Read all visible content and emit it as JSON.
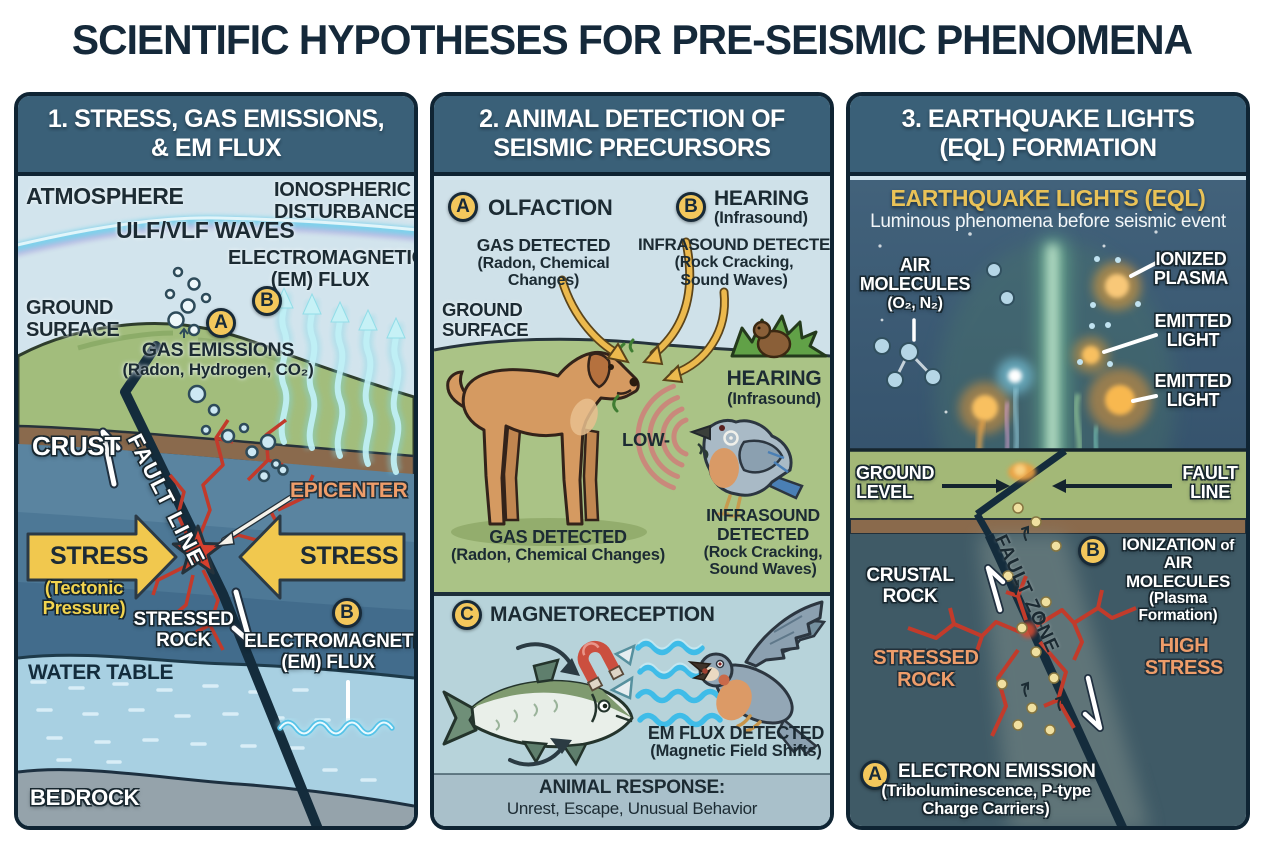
{
  "palette": {
    "title_navy": "#15293a",
    "header_bg": "#3a6078",
    "panel_border": "#0f2433",
    "badge_yellow": "#f3c75c",
    "stress_arrow_yellow": "#f1c84e",
    "epicenter_salmon": "#ee9d6a",
    "tectonic_yellow": "#f2d44f",
    "crack_red": "#c23a2b",
    "em_cyan": "#bff0f6",
    "eql_title_yellow": "#e9c257"
  },
  "title": "SCIENTIFIC HYPOTHESES FOR PRE-SEISMIC PHENOMENA",
  "panel1": {
    "header_line1": "1. STRESS, GAS EMISSIONS,",
    "header_line2": "& EM FLUX",
    "atmosphere": "ATMOSPHERE",
    "ionospheric_disturbance": "IONOSPHERIC DISTURBANCE",
    "ulf_vlf": "ULF/VLF WAVES",
    "em_flux_top": "ELECTROMAGNETIC (EM) FLUX",
    "ground_surface": "GROUND SURFACE",
    "badge_a": "A",
    "badge_b": "B",
    "gas_emissions": "GAS EMISSIONS",
    "gas_emissions_sub": "(Radon, Hydrogen, CO₂)",
    "crust": "CRUST",
    "fault_line": "FAULT LINE",
    "epicenter": "EPICENTER",
    "stress_left": "STRESS",
    "stress_right": "STRESS",
    "tectonic_pressure": "(Tectonic Pressure)",
    "stressed_rock": "STRESSED ROCK",
    "badge_b2": "B",
    "em_flux_bottom": "ELECTROMAGNETIC (EM) FLUX",
    "water_table": "WATER TABLE",
    "bedrock": "BEDROCK"
  },
  "panel2": {
    "header_line1": "2. ANIMAL DETECTION OF",
    "header_line2": "SEISMIC PRECURSORS",
    "badge_a": "A",
    "olfaction": "OLFACTION",
    "badge_b": "B",
    "hearing": "HEARING",
    "hearing_sub": "(Infrasound)",
    "gas_detected_top": "GAS DETECTED",
    "gas_detected_top_sub": "(Radon, Chemical Changes)",
    "infrasound_detected_top": "INFRASOUND DETECTED",
    "infrasound_detected_top_sub": "(Rock Cracking, Sound Waves)",
    "ground_surface": "GROUND SURFACE",
    "hearing2": "HEARING",
    "hearing2_sub": "(Infrasound)",
    "low": "LOW-",
    "gas_detected_bottom": "GAS DETECTED",
    "gas_detected_bottom_sub": "(Radon, Chemical Changes)",
    "infrasound_detected_bottom": "INFRASOUND DETECTED",
    "infrasound_detected_bottom_sub": "(Rock Cracking, Sound Waves)",
    "badge_c": "C",
    "magnetoreception": "MAGNETORECEPTION",
    "em_flux_detected": "EM FLUX DETECTED",
    "em_flux_detected_sub": "(Magnetic Field Shifts)",
    "animal_response": "ANIMAL RESPONSE:",
    "animal_response_sub": "Unrest, Escape, Unusual Behavior"
  },
  "panel3": {
    "header_line1": "3. EARTHQUAKE LIGHTS",
    "header_line2": "(EQL) FORMATION",
    "eql_title": "EARTHQUAKE LIGHTS (EQL)",
    "eql_subtitle": "Luminous phenomena before seismic event",
    "air_molecules": "AIR MOLECULES",
    "air_molecules_sub": "(O₂, N₂)",
    "ionized_plasma": "IONIZED PLASMA",
    "emitted_light_1": "EMITTED LIGHT",
    "emitted_light_2": "EMITTED LIGHT",
    "ground_level": "GROUND LEVEL",
    "fault_line": "FAULT LINE",
    "crustal_rock": "CRUSTAL ROCK",
    "fault_zone": "FAULT ZONE",
    "badge_b": "B",
    "ionization": "IONIZATION",
    "ionization_of": "of",
    "ionization_line2": "AIR MOLECULES",
    "ionization_sub": "(Plasma Formation)",
    "stressed_rock": "STRESSED ROCK",
    "high_stress": "HIGH STRESS",
    "badge_a": "A",
    "electron_emission": "ELECTRON EMISSION",
    "electron_emission_sub": "(Triboluminescence, P-type Charge Carriers)"
  }
}
